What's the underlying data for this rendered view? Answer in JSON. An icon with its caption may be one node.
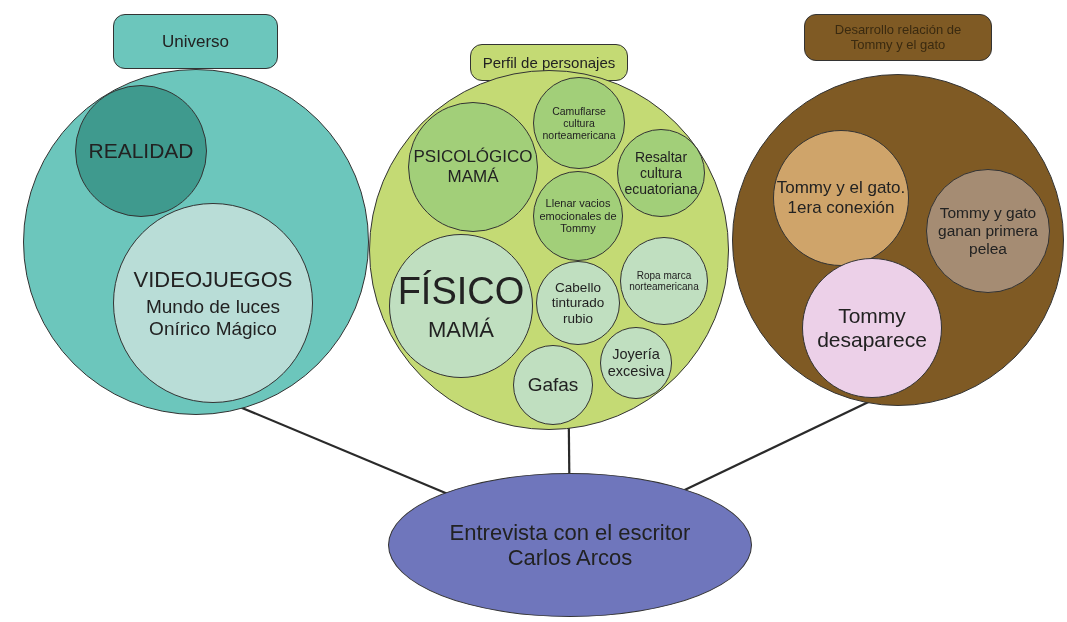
{
  "diagram": {
    "nodes": [
      {
        "text": [
          "Universo"
        ]
      },
      {
        "text": [],
        "shape": "circle"
      },
      {
        "text": [
          "REALIDAD"
        ],
        "in": 1
      },
      {
        "text": [
          "VIDEOJUEGOS",
          "Mundo de luces Onírico Mágico"
        ],
        "in": 1
      },
      {
        "text": [
          "Perfil de personajes"
        ]
      },
      {
        "text": [],
        "shape": "circle"
      },
      {
        "text": [
          "PSICOLÓGICO MAMÁ"
        ],
        "in": 5
      },
      {
        "text": [
          "Camuflarse cultura norteamericana"
        ],
        "in": 5
      },
      {
        "text": [
          "Resaltar cultura ecuatoriana"
        ],
        "in": 5
      },
      {
        "text": [
          "Llenar vacios emocionales de Tommy"
        ],
        "in": 5
      },
      {
        "text": [
          "FÍSICO",
          "MAMÁ"
        ],
        "in": 5
      },
      {
        "text": [
          "Cabello tinturado rubio"
        ],
        "in": 5
      },
      {
        "text": [
          "Ropa marca norteamericana"
        ],
        "in": 5
      },
      {
        "text": [
          "Joyería excesiva"
        ],
        "in": 5
      },
      {
        "text": [
          "Gafas"
        ],
        "in": 5
      },
      {
        "text": [
          "Desarrollo relación de Tommy y el gato"
        ]
      },
      {
        "text": [],
        "shape": "circle"
      },
      {
        "text": [
          "Tommy y el gato. 1era conexión"
        ],
        "in": 16
      },
      {
        "text": [
          "Tommy y gato ganan primera pelea"
        ],
        "in": 16
      },
      {
        "text": [
          "Tommy desaparece"
        ],
        "in": 16
      },
      {
        "text": [
          "Entrevista con el escritor Carlos Arcos"
        ]
      }
    ],
    "edges": [
      {
        "from": 1,
        "to": 20,
        "arrow": "none"
      },
      {
        "from": 5,
        "to": 20,
        "arrow": "none"
      },
      {
        "from": 16,
        "to": 20,
        "arrow": "none"
      }
    ]
  }
}
